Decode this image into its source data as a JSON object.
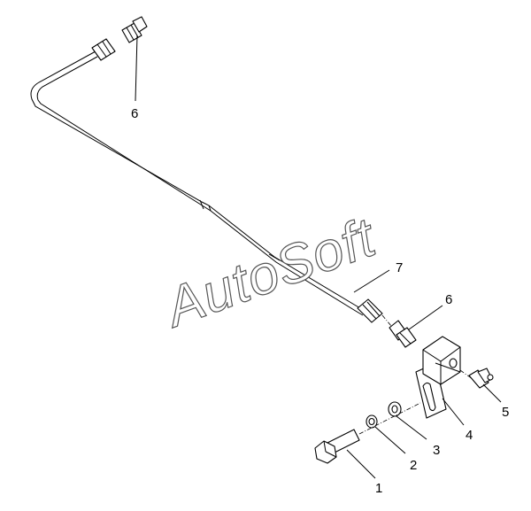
{
  "watermark": "AutoSoft",
  "callouts": [
    {
      "id": "1",
      "text": "1"
    },
    {
      "id": "2",
      "text": "2"
    },
    {
      "id": "3",
      "text": "3"
    },
    {
      "id": "4",
      "text": "4"
    },
    {
      "id": "5",
      "text": "5"
    },
    {
      "id": "6a",
      "text": "6"
    },
    {
      "id": "6b",
      "text": "6"
    },
    {
      "id": "7",
      "text": "7"
    }
  ]
}
